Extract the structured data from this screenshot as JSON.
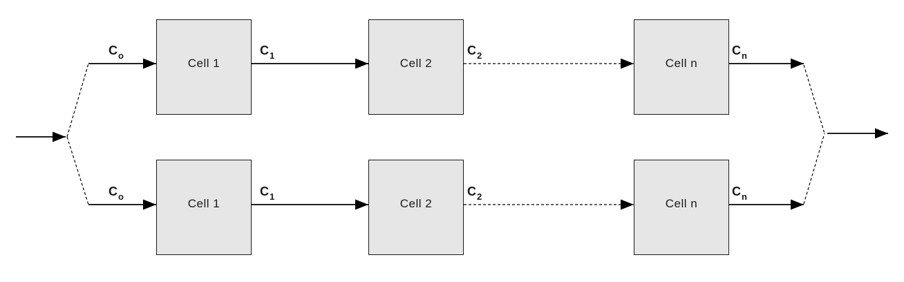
{
  "diagram": {
    "type": "block-diagram",
    "description": "Two parallel chains of n cells connected in series, split from one input and merged to one output",
    "rows": [
      {
        "name": "top-chain",
        "cells": [
          {
            "label": "Cell 1"
          },
          {
            "label": "Cell 2"
          },
          {
            "label": "Cell n"
          }
        ],
        "connections": [
          {
            "main": "C",
            "sub": "o"
          },
          {
            "main": "C",
            "sub": "1"
          },
          {
            "main": "C",
            "sub": "2"
          },
          {
            "main": "C",
            "sub": "n"
          }
        ]
      },
      {
        "name": "bottom-chain",
        "cells": [
          {
            "label": "Cell 1"
          },
          {
            "label": "Cell 2"
          },
          {
            "label": "Cell n"
          }
        ],
        "connections": [
          {
            "main": "C",
            "sub": "o"
          },
          {
            "main": "C",
            "sub": "1"
          },
          {
            "main": "C",
            "sub": "2"
          },
          {
            "main": "C",
            "sub": "n"
          }
        ]
      }
    ],
    "colors": {
      "box_fill": "#e6e6e6",
      "box_border": "#1a1a1a",
      "line": "#000000",
      "background": "#ffffff",
      "text": "#1a1a1a"
    }
  }
}
